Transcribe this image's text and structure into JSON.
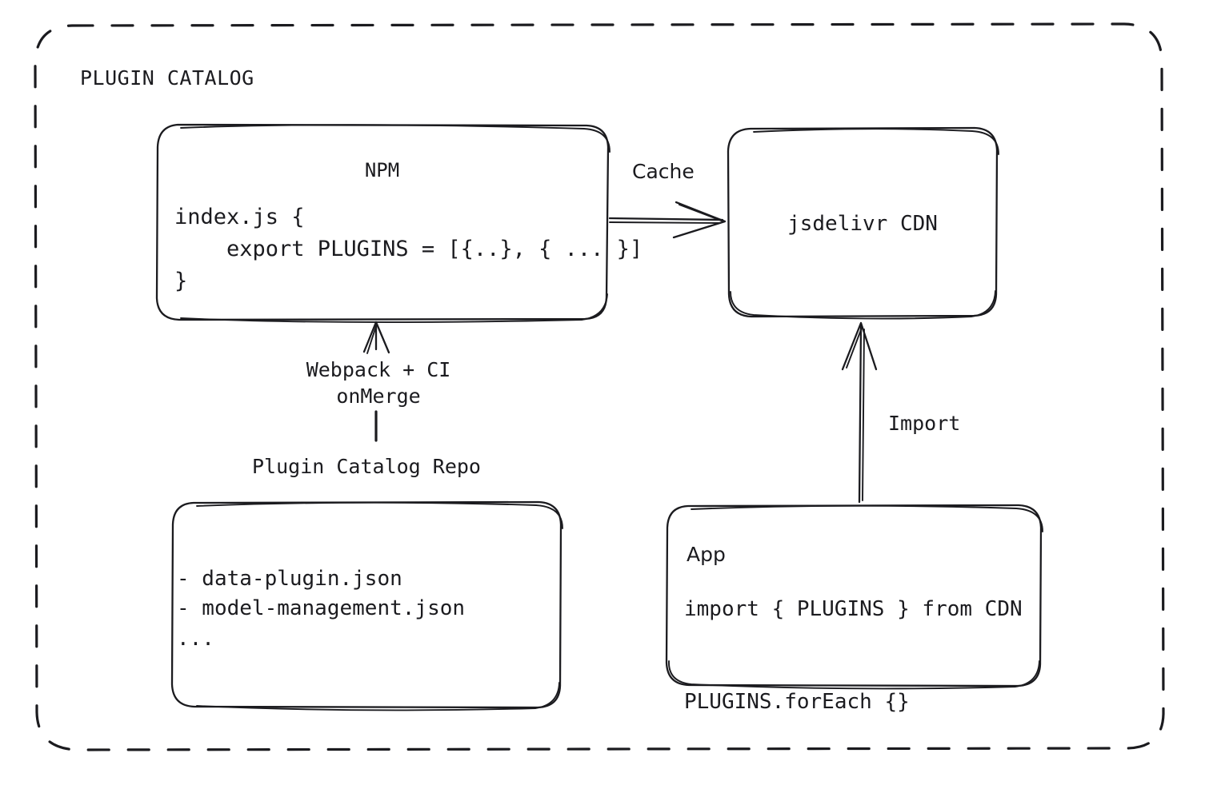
{
  "diagram": {
    "group_title": "PLUGIN CATALOG",
    "background": "#ffffff",
    "stroke_color": "#1b1b1f",
    "nodes": {
      "npm": {
        "title": "NPM",
        "code": "index.js {\n    export PLUGINS = [{..}, { ... }]\n}"
      },
      "cdn": {
        "title": "jsdelivr CDN"
      },
      "repo": {
        "caption": "Plugin Catalog Repo",
        "items": "- data-plugin.json\n- model-management.json\n..."
      },
      "app": {
        "title": "App",
        "code": "import { PLUGINS } from CDN\n\nPLUGINS.forEach {}"
      }
    },
    "edges": {
      "cache": "Cache",
      "import": "Import",
      "build": "Webpack + CI\nonMerge"
    }
  }
}
